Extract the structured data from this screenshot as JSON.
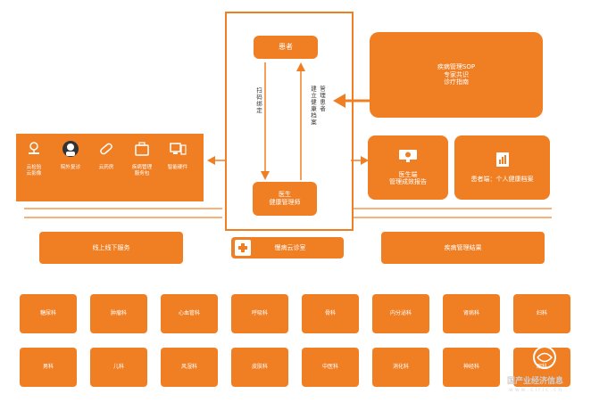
{
  "center": {
    "patient": "患者",
    "doctor_line1": "医生",
    "doctor_line2": "健康管理师",
    "left_label": "扫码绑定",
    "right_label_col1": "管理患者",
    "right_label_col2": "建立健康档案"
  },
  "sop": {
    "line1": "疾病管理SOP",
    "line2": "专家共识",
    "line3": "诊疗指南"
  },
  "left_services": [
    {
      "label_l1": "云检验",
      "label_l2": "云影像",
      "icon": "microscope-icon"
    },
    {
      "label_l1": "院外复诊",
      "label_l2": "",
      "icon": "doctor-icon"
    },
    {
      "label_l1": "云药房",
      "label_l2": "",
      "icon": "pill-icon"
    },
    {
      "label_l1": "疾病管理",
      "label_l2": "服务包",
      "icon": "package-icon"
    },
    {
      "label_l1": "智能硬件",
      "label_l2": "",
      "icon": "devices-icon"
    }
  ],
  "right_cards": [
    {
      "label_l1": "医生端",
      "label_l2": "管理成效报告",
      "icon": "monitor-icon"
    },
    {
      "label_l1": "患者端：个人健康档案",
      "label_l2": "",
      "icon": "report-icon"
    }
  ],
  "bottom_bars": {
    "left": "线上线下服务",
    "middle": "慢病云诊室",
    "right": "疾病管理结果"
  },
  "departments_row1": [
    "糖尿科",
    "肿瘤科",
    "心血管科",
    "呼吸科",
    "骨科",
    "内分泌科",
    "肾病科",
    "妇科"
  ],
  "departments_row2": [
    "男科",
    "儿科",
    "风湿科",
    "皮肤科",
    "中医科",
    "消化科",
    "神经科",
    "眼科"
  ],
  "watermark": {
    "line1": "国产业经济信息",
    "line2": "w w w . c i r i c . c n"
  },
  "colors": {
    "primary": "#f07f24",
    "line": "#f7b27a"
  }
}
